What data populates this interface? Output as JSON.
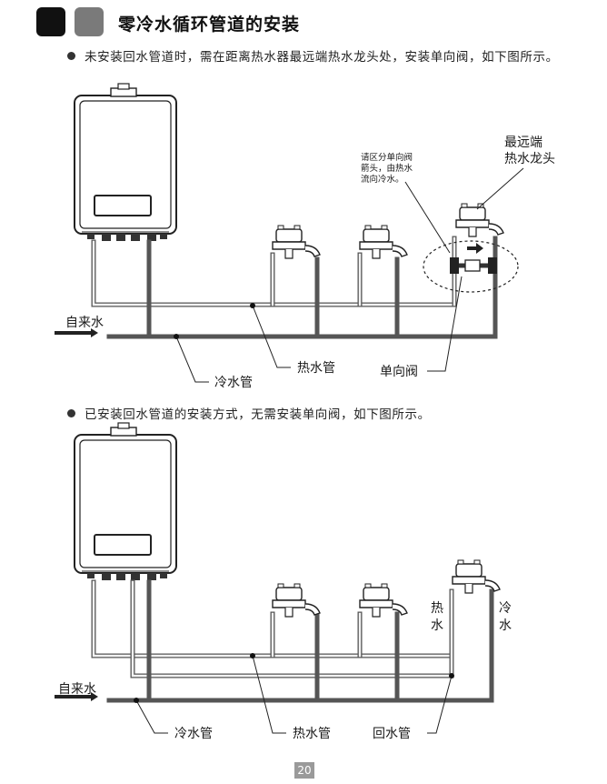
{
  "header": {
    "title": "零冷水循环管道的安装"
  },
  "section1": {
    "bullet": "未安装回水管道时，需在距离热水器最远端热水龙头处，安装单向阀，如下图所示。",
    "labels": {
      "tap_water": "自来水",
      "cold_pipe": "冷水管",
      "hot_pipe": "热水管",
      "check_valve": "单向阀",
      "farthest_tap_line1": "最远端",
      "farthest_tap_line2": "热水龙头",
      "note_line1": "请区分单向阀",
      "note_line2": "箭头，由热水",
      "note_line3": "流向冷水。"
    }
  },
  "section2": {
    "bullet": "已安装回水管道的安装方式，无需安装单向阀，如下图所示。",
    "labels": {
      "tap_water": "自来水",
      "cold_pipe": "冷水管",
      "hot_pipe": "热水管",
      "return_pipe": "回水管",
      "hot_vertical_1": "热",
      "hot_vertical_2": "水",
      "cold_vertical_1": "冷",
      "cold_vertical_2": "水"
    }
  },
  "footer": {
    "page_number": "20"
  }
}
